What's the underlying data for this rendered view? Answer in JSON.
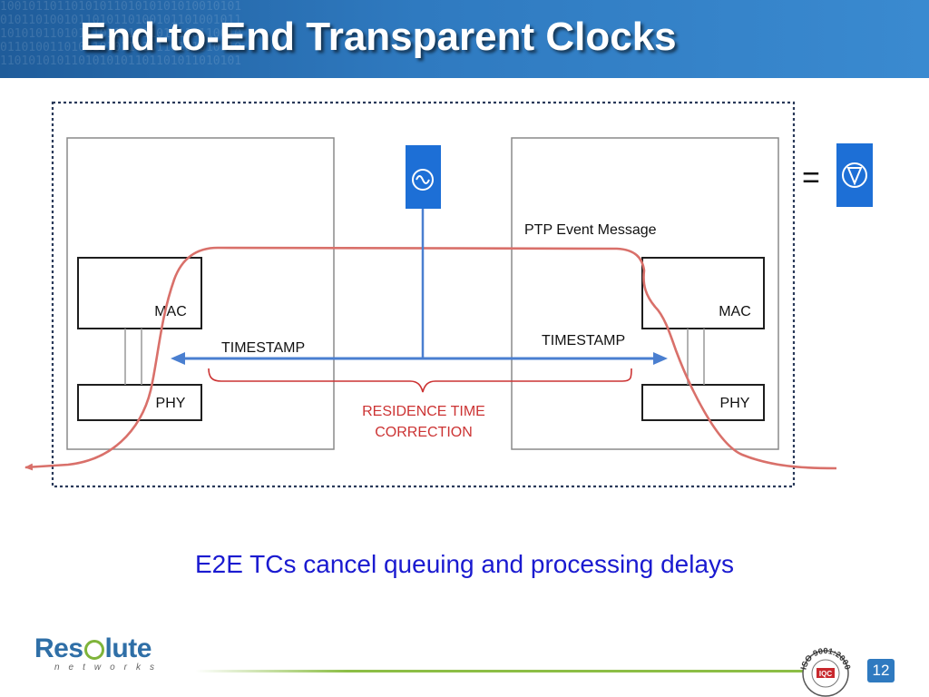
{
  "slide": {
    "title": "End-to-End Transparent Clocks",
    "caption": "E2E TCs cancel queuing and processing delays",
    "page_number": "12",
    "background_pattern": "1001011011010101101010101010010101\n0101101001011010110100101101001011\n1010101101011101101011010110110010\n0110100110101101011010110101010110\n1101010101101010101101101011010101"
  },
  "diagram": {
    "left_node": {
      "mac_label": "MAC",
      "phy_label": "PHY"
    },
    "right_node": {
      "mac_label": "MAC",
      "phy_label": "PHY"
    },
    "message_label": "PTP Event Message",
    "timestamp_left": "TIMESTAMP",
    "timestamp_right": "TIMESTAMP",
    "residence_line1": "RESIDENCE TIME",
    "residence_line2": "CORRECTION",
    "equals_sign": "=",
    "clock_icon": "sine-wave-clock-icon",
    "legend_icon": "triangle-in-circle-icon"
  },
  "footer": {
    "logo_part1": "Res",
    "logo_part2": "lute",
    "logo_sub": "networks",
    "iso_text": "ISO 9001:2000",
    "iso_badge": "IQC"
  },
  "colors": {
    "header_blue": "#2f7ac0",
    "path_red": "#d9706a",
    "arrow_blue": "#4a7fd0",
    "icon_blue": "#1d6fd6",
    "caption_blue": "#1a1ad0",
    "brace_red": "#cc3333",
    "footer_green": "#8cbe46"
  }
}
